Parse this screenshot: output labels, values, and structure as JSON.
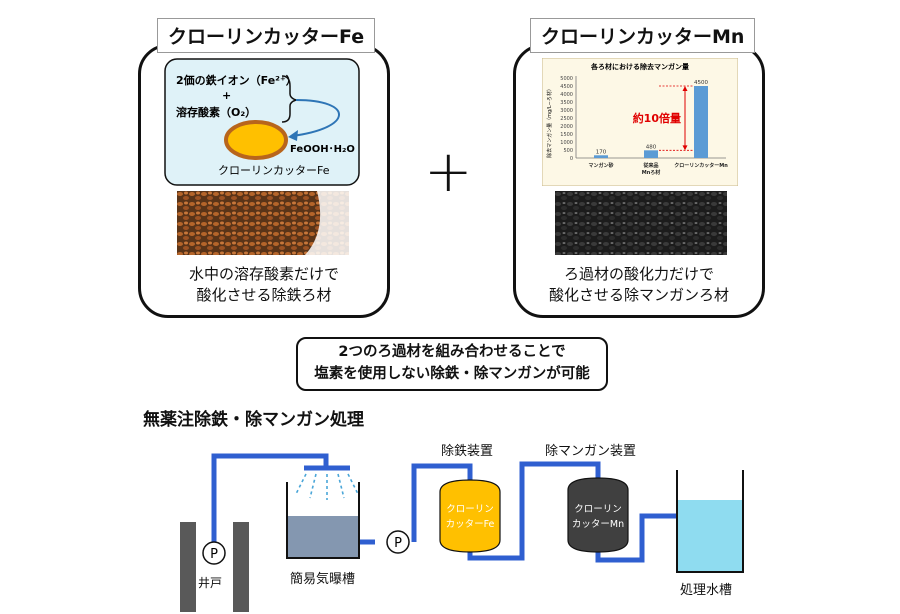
{
  "panel_fe": {
    "title": "クローリンカッターFe",
    "diagram": {
      "ion": "2価の鉄イオン（Fe²⁺）",
      "plus": "+",
      "oxygen": "溶存酸素（O₂）",
      "product": "FeOOH･H₂O",
      "material": "クローリンカッターFe"
    },
    "caption_line1": "水中の溶存酸素だけで",
    "caption_line2": "酸化させる除鉄ろ材"
  },
  "plus_sign": "+",
  "panel_mn": {
    "title": "クローリンカッターMn",
    "caption_line1": "ろ過材の酸化力だけで",
    "caption_line2": "酸化させる除マンガンろ材"
  },
  "chart_data": {
    "type": "bar",
    "title": "各ろ材における除去マンガン量",
    "ylabel": "除去マンガン量（mg/L−ろ材）",
    "categories": [
      "マンガン砂",
      "従来品 Mnろ材",
      "クローリンカッターMn"
    ],
    "category_lines": [
      [
        "マンガン砂"
      ],
      [
        "従来品",
        "Mnろ材"
      ],
      [
        "クローリンカッターMn"
      ]
    ],
    "values": [
      170,
      480,
      4500
    ],
    "value_labels": [
      "170",
      "480",
      "4500"
    ],
    "yticks": [
      "0",
      "500",
      "1000",
      "1500",
      "2000",
      "2500",
      "3000",
      "3500",
      "4000",
      "4500",
      "5000"
    ],
    "ylim": [
      0,
      5000
    ],
    "annotation": "約10倍量",
    "bar_color": "#5b9bd5",
    "annotation_color": "#e00000"
  },
  "summary": {
    "line1": "2つのろ過材を組み合わせることで",
    "line2": "塩素を使用しない除鉄・除マンガンが可能"
  },
  "process": {
    "title": "無薬注除鉄・除マンガン処理",
    "well_label": "井戸",
    "pump_symbol": "P",
    "aeration_label": "簡易気曝槽",
    "fe_unit_label": "除鉄装置",
    "mn_unit_label": "除マンガン装置",
    "fe_tank_line1": "クローリン",
    "fe_tank_line2": "カッターFe",
    "mn_tank_line1": "クローリン",
    "mn_tank_line2": "カッターMn",
    "treated_label": "処理水槽",
    "pipe_color": "#2f5fd0",
    "fe_tank_color": "#ffc000",
    "mn_tank_color": "#404040"
  }
}
